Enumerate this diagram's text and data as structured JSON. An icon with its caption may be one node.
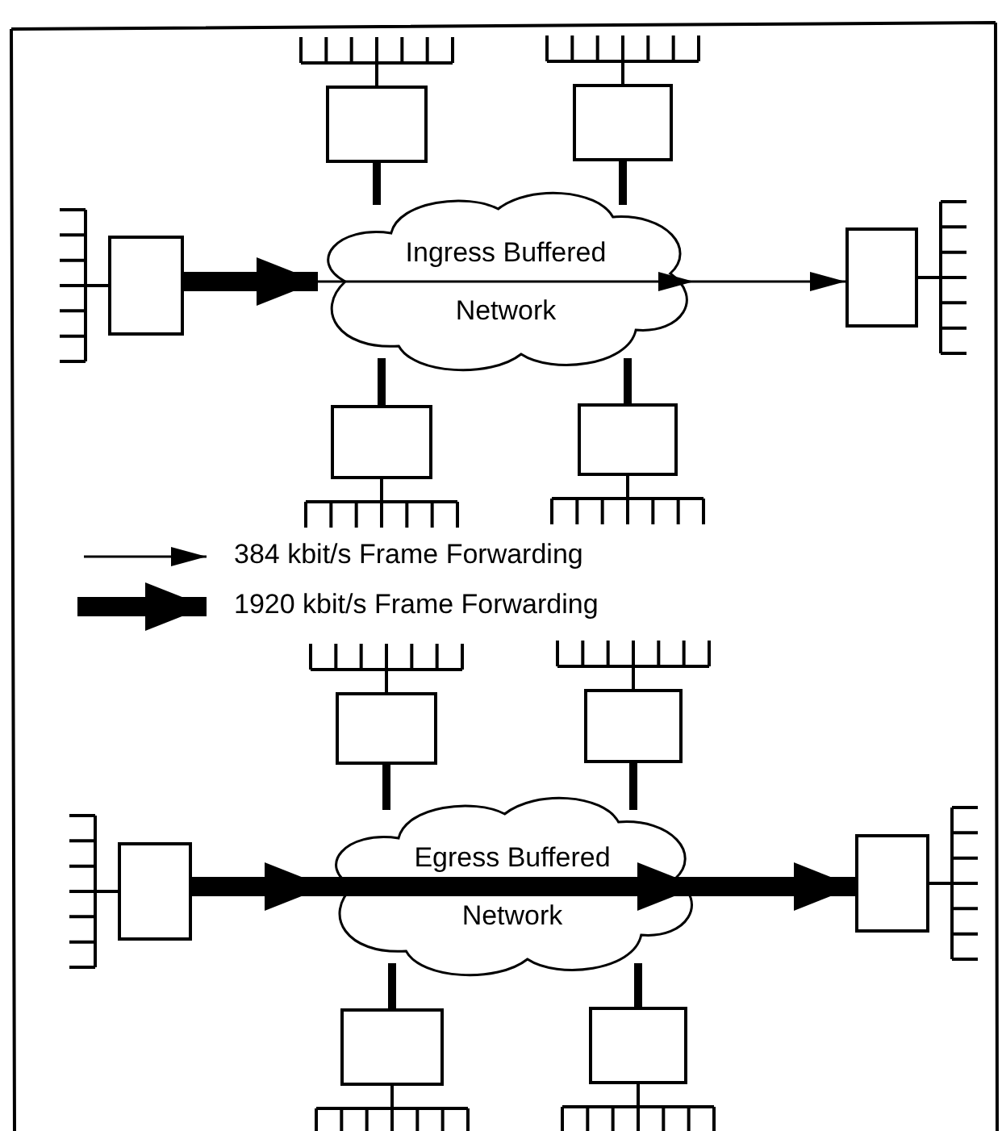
{
  "diagram": {
    "nodes": [
      {
        "text": [],
        "shape": "box"
      },
      {
        "text": [],
        "shape": "box"
      },
      {
        "text": [],
        "shape": "box"
      },
      {
        "text": [
          "Ingress Buffered Network"
        ]
      },
      {
        "text": [],
        "shape": "box"
      },
      {
        "text": [],
        "shape": "box"
      },
      {
        "text": [],
        "shape": "box"
      },
      {
        "text": [],
        "shape": "box"
      },
      {
        "text": [],
        "shape": "box"
      },
      {
        "text": [],
        "shape": "box"
      },
      {
        "text": [
          "Egress Buffered Network"
        ]
      },
      {
        "text": [],
        "shape": "box"
      },
      {
        "text": [],
        "shape": "box"
      },
      {
        "text": [],
        "shape": "box"
      }
    ],
    "edges": [
      {
        "from": 0,
        "to": 3,
        "arrow": "none"
      },
      {
        "from": 1,
        "to": 3,
        "arrow": "none"
      },
      {
        "from": 5,
        "to": 3,
        "arrow": "none"
      },
      {
        "from": 6,
        "to": 3,
        "arrow": "none"
      },
      {
        "from": 2,
        "to": 3,
        "arrow": "to",
        "style": "thick"
      },
      {
        "from": 3,
        "to": 4,
        "arrow": "to"
      },
      {
        "from": 7,
        "to": 10,
        "arrow": "none"
      },
      {
        "from": 8,
        "to": 10,
        "arrow": "none"
      },
      {
        "from": 12,
        "to": 10,
        "arrow": "none"
      },
      {
        "from": 13,
        "to": 10,
        "arrow": "none"
      },
      {
        "from": 9,
        "to": 10,
        "arrow": "to",
        "style": "thick"
      },
      {
        "from": 10,
        "to": 11,
        "arrow": "to",
        "style": "thick"
      }
    ],
    "legend": [
      {
        "text": "384 kbit/s Frame Forwarding"
      },
      {
        "text": "1920 kbit/s Frame Forwarding"
      }
    ]
  }
}
